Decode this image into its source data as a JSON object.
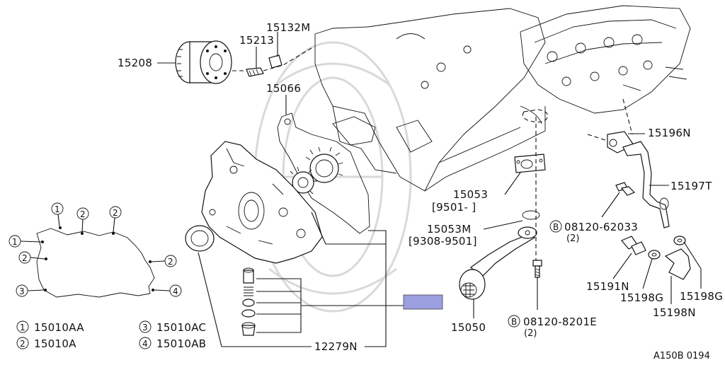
{
  "diagram": {
    "code": "A150B 0194",
    "highlight_color": "#9b9fe0",
    "callouts": {
      "p15208": "15208",
      "p15213": "15213",
      "p15132M": "15132M",
      "p15066": "15066",
      "p15196N": "15196N",
      "p15197T": "15197T",
      "p15053": "15053",
      "p15053_range": "[9501-      ]",
      "p15053M": "15053M",
      "p15053M_range": "[9308-9501]",
      "bolt_a_code": "08120-62033",
      "bolt_a_qty": "(2)",
      "bolt_b_code": "08120-8201E",
      "bolt_b_qty": "(2)",
      "bolt_marker": "B",
      "p15191N": "15191N",
      "p15198G_a": "15198G",
      "p15198G_b": "15198G",
      "p15198N": "15198N",
      "p15050": "15050",
      "p12279N": "12279N"
    },
    "gasket_markers": [
      "1",
      "2",
      "2",
      "1",
      "2",
      "2",
      "3",
      "4"
    ],
    "legend": [
      {
        "num": "1",
        "part": "15010AA"
      },
      {
        "num": "2",
        "part": "15010A"
      },
      {
        "num": "3",
        "part": "15010AC"
      },
      {
        "num": "4",
        "part": "15010AB"
      }
    ]
  }
}
